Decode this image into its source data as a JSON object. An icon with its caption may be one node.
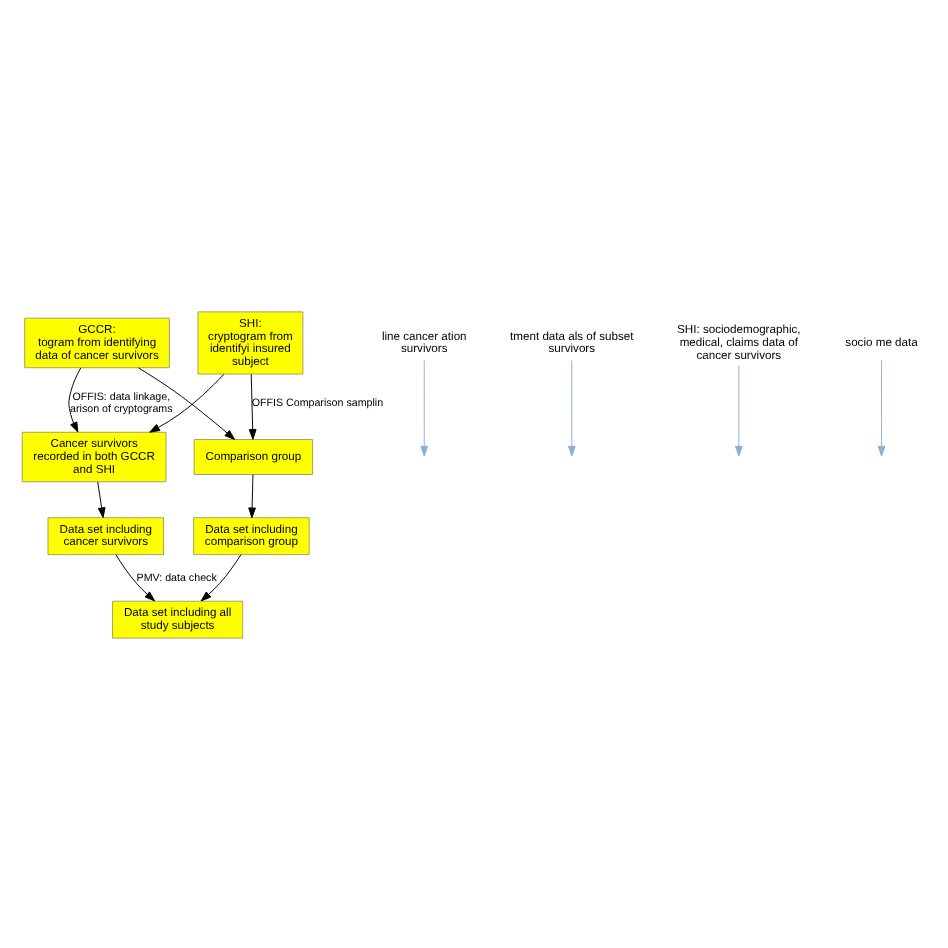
{
  "diagram": {
    "nodes": [
      {
        "text": [
          "GCCR:",
          "togram from identifying data of cancer survivors"
        ]
      },
      {
        "text": [
          "SHI:",
          "cryptogram from identifyi insured subject"
        ]
      },
      {
        "text": [
          "Cancer survivors recorded in both GCCR and SHI"
        ]
      },
      {
        "text": [
          "Comparison group"
        ]
      },
      {
        "text": [
          "line cancer ation survivors"
        ]
      },
      {
        "text": [
          "tment data als of subset survivors"
        ]
      },
      {
        "text": [
          "SHI: sociodemographic, medical, claims data of cancer survivors"
        ]
      },
      {
        "text": [
          "socio me data"
        ]
      },
      {
        "text": [
          "Data set including cancer survivors"
        ]
      },
      {
        "text": [
          "Data set including comparison group"
        ]
      },
      {
        "text": [
          "Data set including all study subjects"
        ]
      }
    ],
    "edges": [
      {
        "from": 0,
        "to": 2,
        "arrow": "to",
        "label": "OFFIS: data linkage, arison of cryptograms"
      },
      {
        "from": 1,
        "to": 2,
        "arrow": "to"
      },
      {
        "from": 0,
        "to": 3,
        "arrow": "to"
      },
      {
        "from": 1,
        "to": 3,
        "arrow": "to",
        "label": "OFFIS Comparison samplin"
      },
      {
        "from": 2,
        "to": 8,
        "arrow": "to"
      },
      {
        "from": 3,
        "to": 9,
        "arrow": "to"
      },
      {
        "from": 4,
        "to": null,
        "arrow": "to",
        "color": "#8fb0cc"
      },
      {
        "from": 5,
        "to": null,
        "arrow": "to",
        "color": "#8fb0cc"
      },
      {
        "from": 6,
        "to": null,
        "arrow": "to",
        "color": "#8fb0cc"
      },
      {
        "from": 7,
        "to": null,
        "arrow": "to",
        "color": "#8fb0cc"
      },
      {
        "from": 8,
        "to": 10,
        "arrow": "to",
        "label": "PMV: data check"
      },
      {
        "from": 9,
        "to": 10,
        "arrow": "to"
      }
    ]
  }
}
